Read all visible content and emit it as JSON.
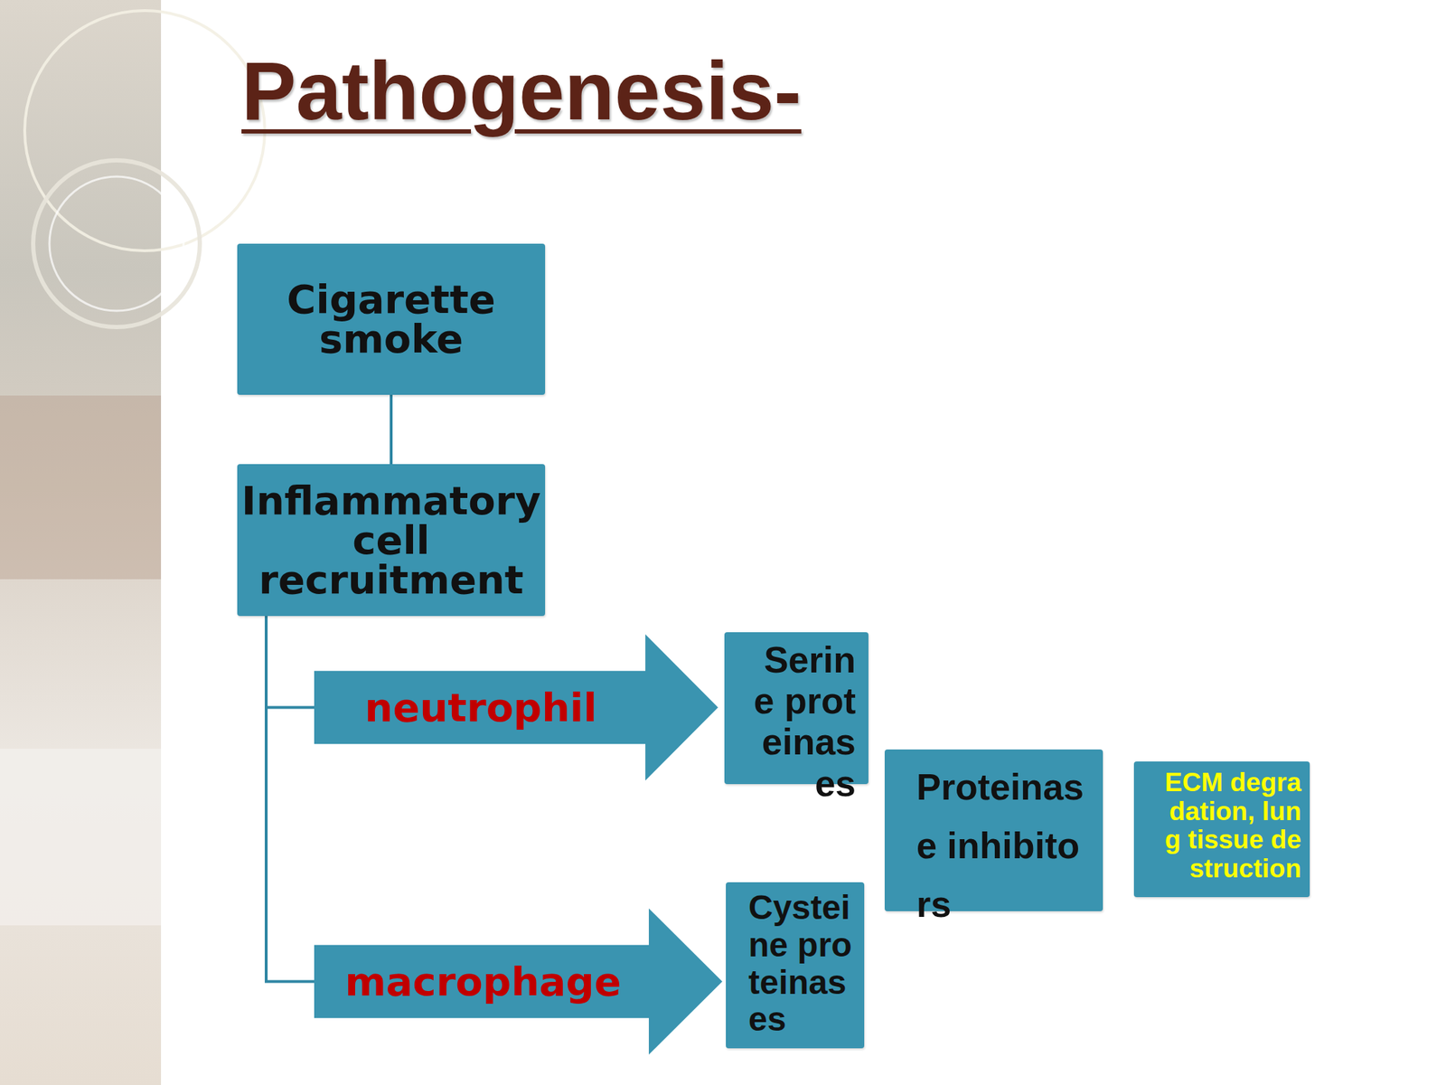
{
  "diagram": {
    "title": "Pathogenesis-",
    "nodes": [
      {
        "text": [
          "Cigarette smoke"
        ]
      },
      {
        "text": [
          "Inflammatory cell recruitment"
        ]
      },
      {
        "text": [
          "neutrophil"
        ]
      },
      {
        "text": [
          "macrophage"
        ]
      },
      {
        "text": [
          "Serine proteinases"
        ]
      },
      {
        "text": [
          "Cysteine proteinases"
        ]
      },
      {
        "text": [
          "Proteinase inhibitors"
        ]
      },
      {
        "text": [
          "ECM degradation, lung tissue destruction"
        ]
      }
    ],
    "edges": [
      {
        "from": 0,
        "to": 1,
        "arrow": "none"
      },
      {
        "from": 1,
        "to": 2,
        "arrow": "none"
      },
      {
        "from": 1,
        "to": 3,
        "arrow": "none"
      }
    ]
  }
}
